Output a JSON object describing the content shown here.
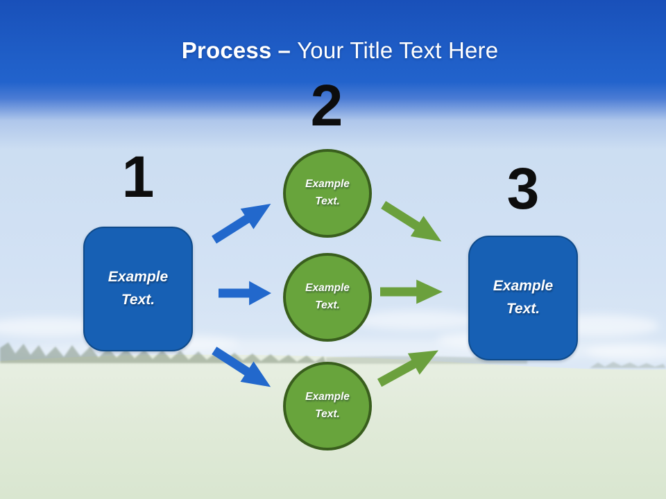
{
  "slide": {
    "title": {
      "emphasis": "Process",
      "separator": "–",
      "rest": "Your Title Text Here"
    },
    "steps": {
      "step1": {
        "number": "1",
        "label": "Example Text.",
        "shape": "rounded-rectangle"
      },
      "step2": {
        "number": "2",
        "shape": "circle",
        "circle_labels": [
          "Example Text.",
          "Example Text.",
          "Example Text."
        ]
      },
      "step3": {
        "number": "3",
        "label": "Example Text.",
        "shape": "rounded-rectangle"
      }
    },
    "colors": {
      "title_text": "#ffffff",
      "number_text": "#0d0d0d",
      "header_blue": "#2263cc",
      "box_fill": "#1760b4",
      "box_border": "#0e4a8a",
      "circle_fill": "#68a43c",
      "circle_border": "#395e1d",
      "arrow_blue": "#2268cc",
      "arrow_green": "#6ba03d",
      "shape_label_text": "#ffffff"
    }
  }
}
